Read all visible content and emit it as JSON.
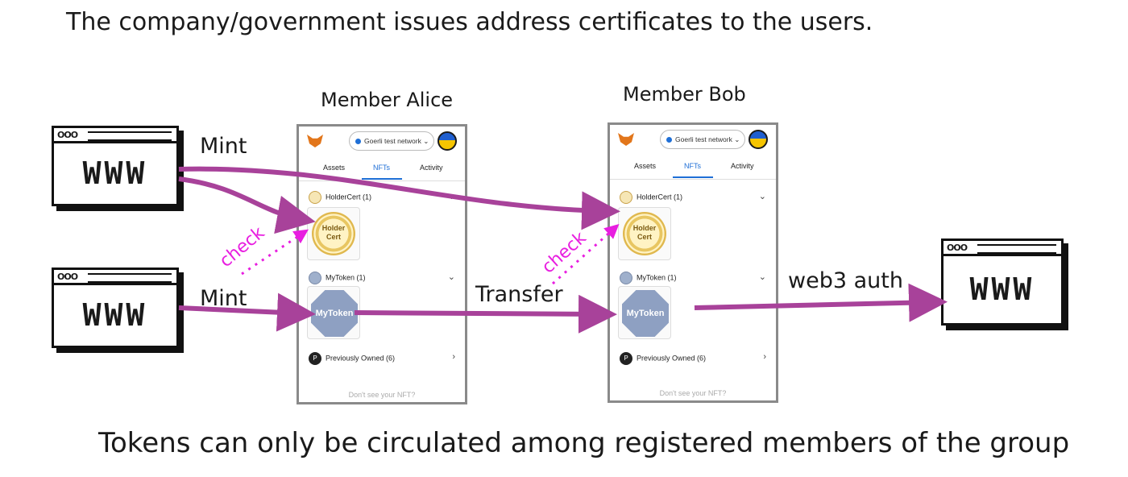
{
  "title": "The company/government issues address certificates to the users.",
  "footer": "Tokens can only be circulated among registered members of the group",
  "labels": {
    "mint_top": "Mint",
    "mint_bottom": "Mint",
    "transfer": "Transfer",
    "web3_auth": "web3 auth",
    "check_alice": "check",
    "check_bob": "check"
  },
  "www_text": "WWW",
  "www_dots": "OOO",
  "alice": {
    "member": "Member Alice",
    "network": "Goerli test network",
    "tabs": [
      "Assets",
      "NFTs",
      "Activity"
    ],
    "holder_row": "HolderCert (1)",
    "holder_card": [
      "Holder",
      "Cert"
    ],
    "token_row": "MyToken (1)",
    "token_card": "MyToken",
    "prev_row": "Previously Owned (6)",
    "prev_icon": "P",
    "footer": "Don't see your NFT?"
  },
  "bob": {
    "member": "Member Bob",
    "network": "Goerli test network",
    "tabs": [
      "Assets",
      "NFTs",
      "Activity"
    ],
    "holder_row": "HolderCert (1)",
    "holder_card": [
      "Holder",
      "Cert"
    ],
    "token_row": "MyToken (1)",
    "token_card": "MyToken",
    "prev_row": "Previously Owned (6)",
    "prev_icon": "P",
    "footer": "Don't see your NFT?"
  },
  "colors": {
    "arrow": "#a8429a",
    "check": "#e81ee0",
    "accent": "#1f6fd6"
  }
}
